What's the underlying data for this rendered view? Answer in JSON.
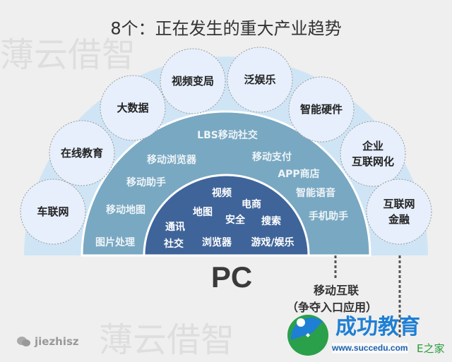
{
  "title": "8个：正在发生的重大产业趋势",
  "watermark": "薄云借智",
  "colors": {
    "outer_band": "#cfe5f6",
    "mid_band": "#79a8c2",
    "inner_band": "#3f6499",
    "circle_fill": "#e6effb",
    "background": "#efefef"
  },
  "outer_circles": [
    "车联网",
    "在线教育",
    "大数据",
    "视频变局",
    "泛娱乐",
    "智能硬件",
    "企业\n互联网化",
    "互联网\n金融"
  ],
  "mid_band": [
    "LBS移动社交",
    "移动浏览器",
    "移动支付",
    "移动助手",
    "APP商店",
    "智能语音",
    "移动地图",
    "手机助手",
    "图片处理"
  ],
  "inner_band": [
    "视频",
    "电商",
    "地图",
    "安全",
    "搜索",
    "通讯",
    "社交",
    "浏览器",
    "游戏/娱乐"
  ],
  "pc_label": "PC",
  "mobile_label": "移动互联",
  "mobile_sub": "（争夺入口应用）",
  "wechat_id": "jiezhisz",
  "logo": {
    "name": "成功教育",
    "url": "www.succedu.com",
    "badge": "E之家"
  }
}
